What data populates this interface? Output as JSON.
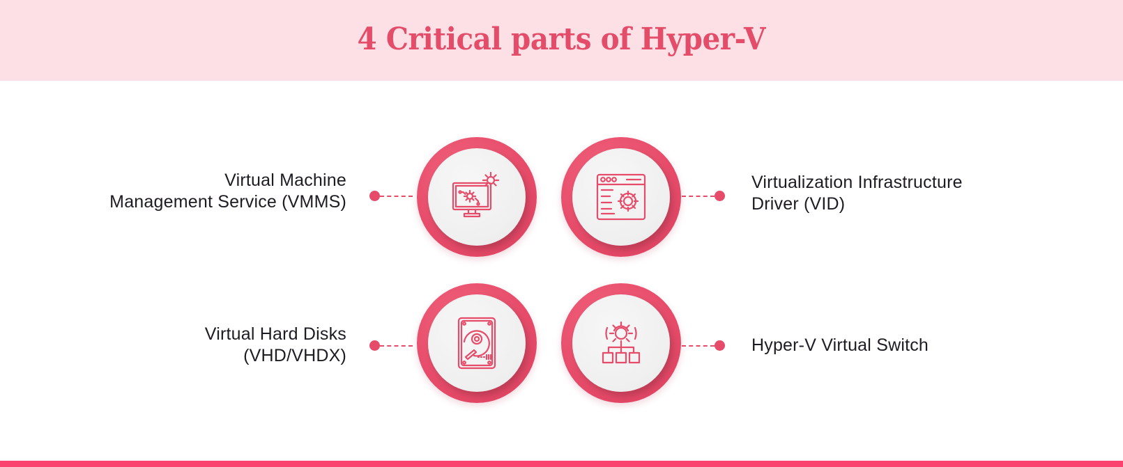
{
  "header": {
    "title": "4 Critical parts of Hyper-V",
    "background": "#fde0e5",
    "title_color": "#e44d6a"
  },
  "colors": {
    "accent": "#e64b69",
    "bottom_bar": "#fb4370",
    "text": "#1f1b22",
    "inner_circle": "#f0f0f0"
  },
  "components": [
    {
      "position": "top-left",
      "lines": [
        "Virtual Machine",
        "Management Service (VMMS)"
      ],
      "icon": "monitor-gears-icon"
    },
    {
      "position": "top-right",
      "lines": [
        "Virtualization Infrastructure",
        "Driver (VID)"
      ],
      "icon": "browser-window-gear-icon"
    },
    {
      "position": "bottom-left",
      "lines": [
        "Virtual Hard Disks",
        "(VHD/VHDX)"
      ],
      "icon": "hard-disk-icon"
    },
    {
      "position": "bottom-right",
      "lines": [
        "Hyper-V Virtual Switch"
      ],
      "icon": "gear-network-switch-icon"
    }
  ]
}
